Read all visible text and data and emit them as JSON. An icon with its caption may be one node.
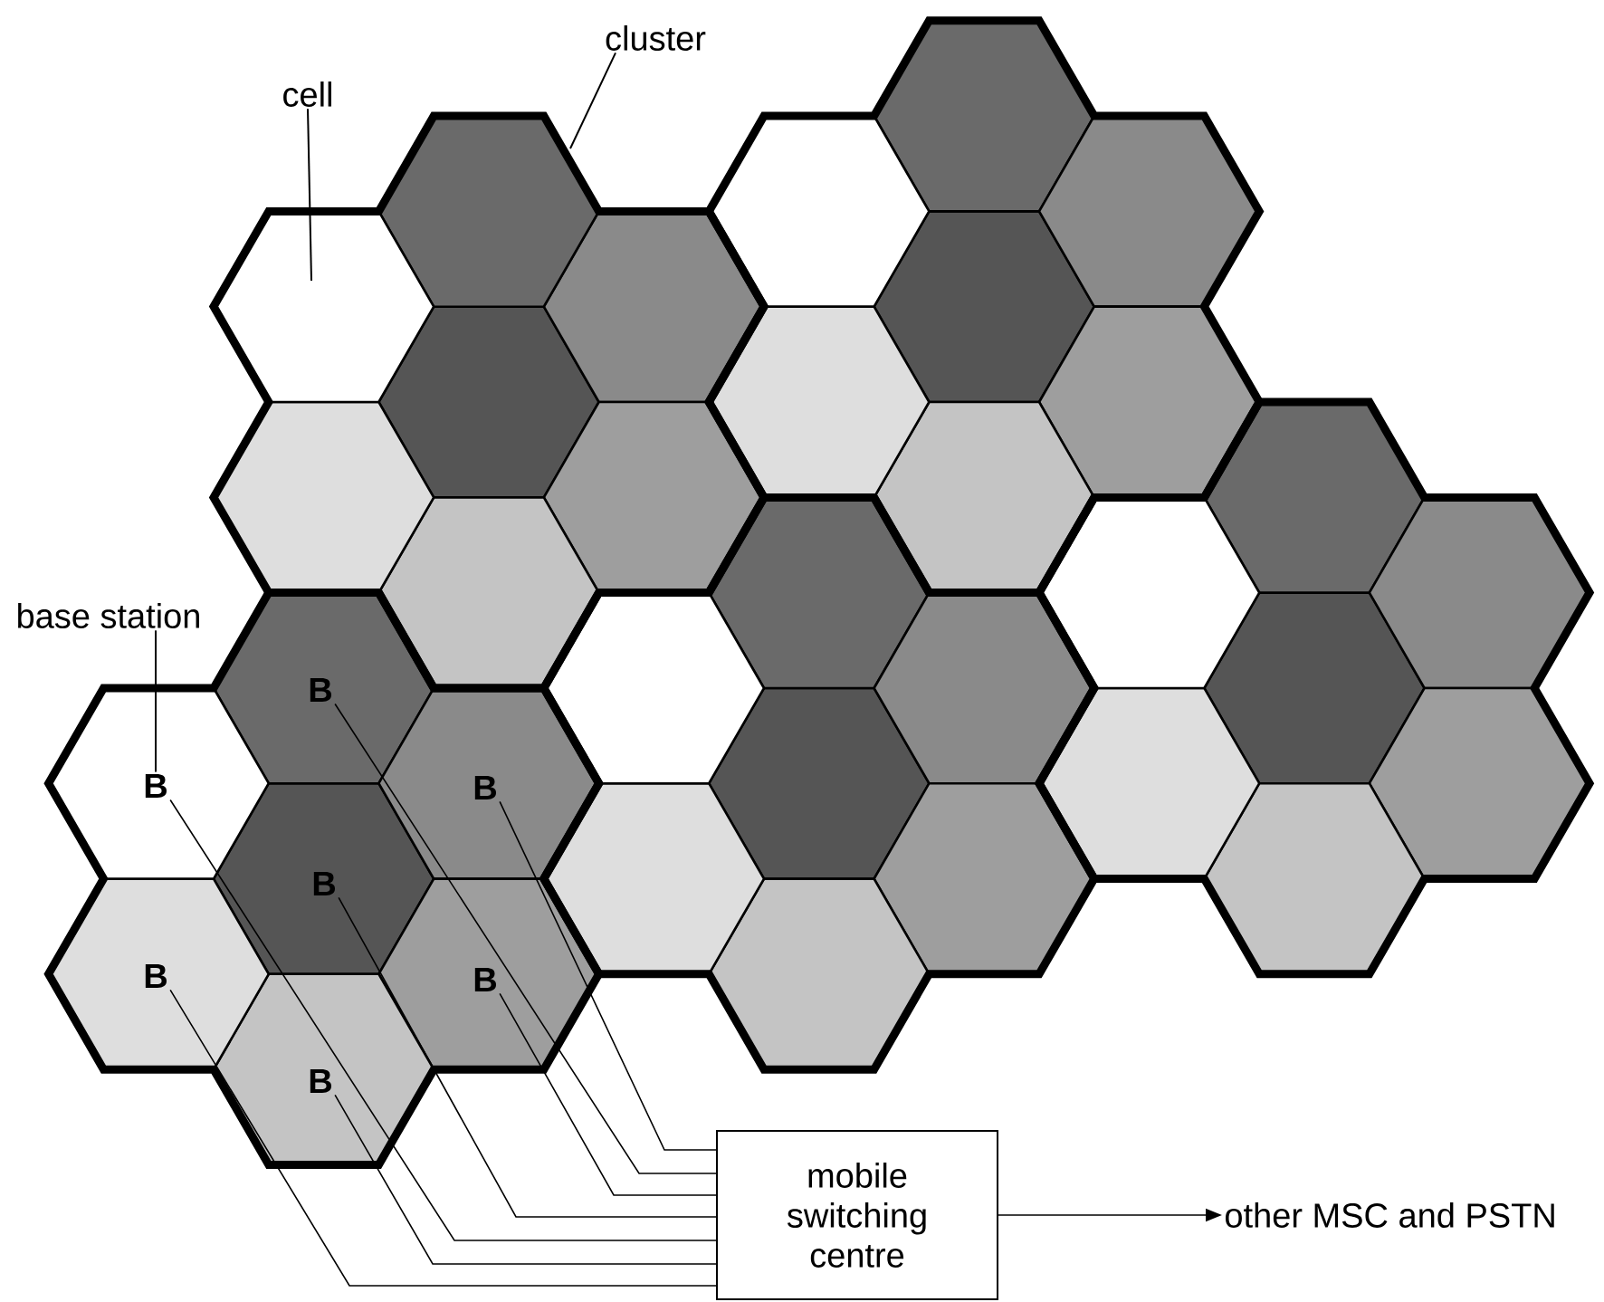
{
  "diagram": {
    "nodes": [
      {
        "text": [
          "cell"
        ]
      },
      {
        "text": [
          "cluster"
        ]
      },
      {
        "text": [
          "base station"
        ]
      },
      {
        "text": [
          "B"
        ]
      },
      {
        "text": [
          "B"
        ]
      },
      {
        "text": [
          "B"
        ]
      },
      {
        "text": [
          "B"
        ]
      },
      {
        "text": [
          "B"
        ]
      },
      {
        "text": [
          "B"
        ]
      },
      {
        "text": [
          "B"
        ]
      },
      {
        "text": [
          "mobile switching centre"
        ]
      },
      {
        "text": [
          "other MSC and PSTN"
        ]
      },
      {
        "text": [],
        "shape": "hexagon"
      },
      {
        "text": [],
        "shape": "hexagon"
      }
    ],
    "edges": [
      {
        "from": 0,
        "to": 12,
        "arrow": "none"
      },
      {
        "from": 1,
        "to": 13,
        "arrow": "none"
      },
      {
        "from": 2,
        "to": 4,
        "arrow": "none"
      },
      {
        "from": 3,
        "to": 10,
        "arrow": "none"
      },
      {
        "from": 4,
        "to": 10,
        "arrow": "none"
      },
      {
        "from": 5,
        "to": 10,
        "arrow": "none"
      },
      {
        "from": 6,
        "to": 10,
        "arrow": "none"
      },
      {
        "from": 7,
        "to": 10,
        "arrow": "none"
      },
      {
        "from": 8,
        "to": 10,
        "arrow": "none"
      },
      {
        "from": 9,
        "to": 10,
        "arrow": "none"
      },
      {
        "from": 10,
        "to": 11,
        "arrow": "to"
      }
    ]
  }
}
